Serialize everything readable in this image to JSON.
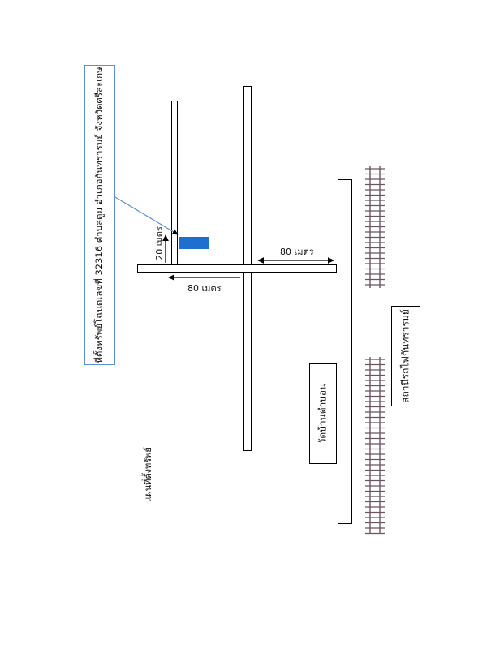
{
  "map": {
    "callout_label": "ที่ตั้งทรัพย์โฉนดเลขที่ 32316 ตำบลตูม อำเภอกันทรารมย์ จังหวัดศรีสะเกษ",
    "distance_20": "20 เมตร",
    "distance_80_upper": "80 เมตร",
    "distance_80_lower": "80 เมตร",
    "temple_label": "วัดบ้านตำบอน",
    "station_label": "สถานีรถไฟกันทรารมย์",
    "caption": "แผนที่ตั้งทรัพย์",
    "property_marker_color": "#1f6fd1",
    "callout_border_color": "#5b8fd6"
  }
}
